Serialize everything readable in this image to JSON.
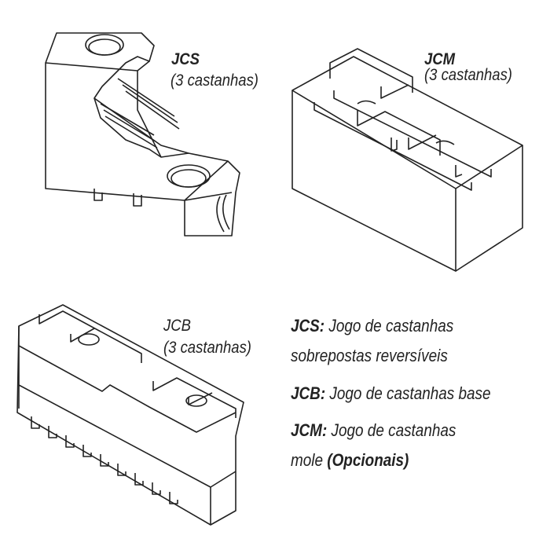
{
  "labels": {
    "jcs": {
      "code": "JCS",
      "qty": "(3 castanhas)"
    },
    "jcm": {
      "code": "JCM",
      "qty": "(3 castanhas)"
    },
    "jcb": {
      "code": "JCB",
      "qty": "(3 castanhas)"
    }
  },
  "legend": [
    {
      "code": "JCS:",
      "line1": "Jogo de castanhas",
      "line2": "sobrepostas reversíveis"
    },
    {
      "code": "JCB:",
      "line1": "Jogo de castanhas base"
    },
    {
      "code": "JCM:",
      "line1": "Jogo de castanhas",
      "line2_prefix": "mole",
      "line2_bold": "(Opcionais)"
    }
  ]
}
